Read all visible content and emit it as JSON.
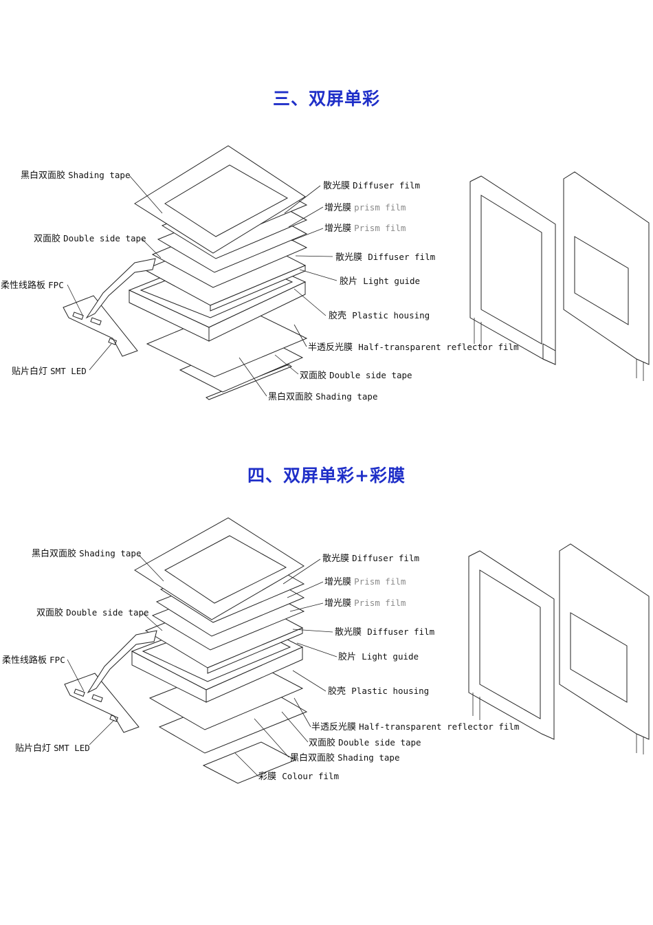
{
  "sections": [
    {
      "title": "三、双屏单彩",
      "labels": {
        "shading_tape_top": {
          "cn": "黑白双面胶",
          "en": "Shading tape"
        },
        "double_side_tape_left": {
          "cn": "双面胶",
          "en": "Double side tape"
        },
        "fpc": {
          "cn": "柔性线路板",
          "en": "FPC"
        },
        "smt_led": {
          "cn": "贴片白灯",
          "en": "SMT LED"
        },
        "diffuser_film_1": {
          "cn": "散光膜",
          "en": "Diffuser film"
        },
        "prism_film_1": {
          "cn": "增光膜",
          "en": "prism film"
        },
        "prism_film_2": {
          "cn": "增光膜",
          "en": "Prism film"
        },
        "diffuser_film_2": {
          "cn": "散光膜",
          "en": "Diffuser film"
        },
        "light_guide": {
          "cn": "胶片",
          "en": "Light guide"
        },
        "plastic_housing": {
          "cn": "胶壳",
          "en": "Plastic housing"
        },
        "reflector": {
          "cn": "半透反光膜",
          "en": "Half-transparent reflector film"
        },
        "double_side_tape_bottom": {
          "cn": "双面胶",
          "en": "Double side tape"
        },
        "shading_tape_bottom": {
          "cn": "黑白双面胶",
          "en": "Shading tape"
        }
      }
    },
    {
      "title": "四、双屏单彩+彩膜",
      "labels": {
        "shading_tape_top": {
          "cn": "黑白双面胶",
          "en": "Shading tape"
        },
        "double_side_tape_left": {
          "cn": "双面胶",
          "en": "Double side tape"
        },
        "fpc": {
          "cn": "柔性线路板",
          "en": "FPC"
        },
        "smt_led": {
          "cn": "贴片白灯",
          "en": "SMT LED"
        },
        "diffuser_film_1": {
          "cn": "散光膜",
          "en": "Diffuser film"
        },
        "prism_film_1": {
          "cn": "增光膜",
          "en": "Prism film"
        },
        "prism_film_2": {
          "cn": "增光膜",
          "en": "Prism film"
        },
        "diffuser_film_2": {
          "cn": "散光膜",
          "en": "Diffuser film"
        },
        "light_guide": {
          "cn": "胶片",
          "en": "Light guide"
        },
        "plastic_housing": {
          "cn": "胶壳",
          "en": "Plastic housing"
        },
        "reflector": {
          "cn": "半透反光膜",
          "en": "Half-transparent reflector film"
        },
        "double_side_tape_bottom": {
          "cn": "双面胶",
          "en": "Double side tape"
        },
        "shading_tape_bottom": {
          "cn": "黑白双面胶",
          "en": "Shading tape"
        },
        "colour_film": {
          "cn": "彩膜",
          "en": "Colour film"
        }
      }
    }
  ]
}
